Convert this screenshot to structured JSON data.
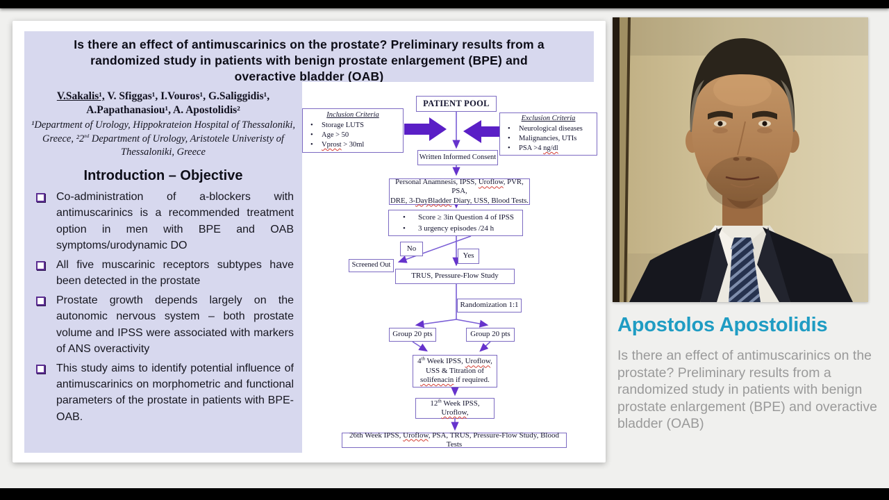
{
  "poster": {
    "title": "Is there an effect of antimuscarinics on the prostate? Preliminary results from a randomized study in patients with benign prostate enlargement (BPE) and overactive bladder (OAB)",
    "authors_line1_u": "V.Sakalis¹,",
    "authors_line1_rest": " V. Sfiggas¹, I.Vouros¹, G.Saliggidis¹,",
    "authors_line2": "A.Papathanasiou¹, A. Apostolidis²",
    "affil_a": "¹Department of Urology, Hippokrateion Hospital of Thessaloniki, Greece, ²2",
    "affil_sup": "nd",
    "affil_b": " Department of Urology, Aristotele Univeristy of Thessaloniki, Greece",
    "intro_heading": "Introduction – Objective",
    "bullets": [
      "Co-administration of a-blockers with antimuscarinics is a recommended treatment option in men with BPE and OAB symptoms/urodynamic DO",
      "All five muscarinic receptors subtypes have been detected in the prostate",
      "Prostate growth depends largely on the autonomic nervous system – both prostate volume and IPSS were associated with markers of ANS overactivity",
      "This study aims to identify potential influence of antimuscarinics on morphometric and functional parameters of the prostate in patients with BPE-OAB."
    ]
  },
  "flowchart": {
    "patient_pool": "PATIENT POOL",
    "inclusion": {
      "title": "Inclusion Criteria",
      "item1": "Storage LUTS",
      "item2": "Age > 50",
      "item3_word": "Vprost",
      "item3_rest": " > 30ml"
    },
    "exclusion": {
      "title": "Exclusion Criteria",
      "item1": "Neurological diseases",
      "item2": "Malignancies, UTIs",
      "item3_pre": "PSA >4 ",
      "item3_word": "ng/dl"
    },
    "consent": "Written Informed Consent",
    "anamnesis": {
      "l1a": "Personal Anamnesis, IPSS, ",
      "l1w": "Uroflow",
      "l1b": ", PVR, PSA,",
      "l2a": "DRE, 3-",
      "l2w": "DayBladder",
      "l2b": " Diary,  USS, Blood Tests."
    },
    "score": {
      "item1": "Score ≥ 3in Question 4 of IPSS",
      "item2": "3 urgency episodes /24 h"
    },
    "no_label": "No",
    "yes_label": "Yes",
    "screened_out": "Screened Out",
    "trus": "TRUS, Pressure-Flow Study",
    "randomization": "Randomization  1:1",
    "group_left": "Group 20 pts",
    "group_right": "Group 20 pts",
    "week4": {
      "num": "4",
      "sup": "th",
      "l1a": " Week IPSS, ",
      "l1w": "Uroflow",
      "l1b": ",",
      "l2": "USS & Titration of",
      "l3w": "solifenacin",
      "l3b": " if required."
    },
    "week12": {
      "num": "12",
      "sup": "th",
      "l1a": " Week IPSS, ",
      "l1w": "Uroflow",
      "l1b": ","
    },
    "week26": {
      "a": "26th Week  IPSS, ",
      "w": "Uroflow",
      "b": ", PSA, TRUS, Pressure-Flow Study, Blood Tests"
    }
  },
  "speaker": {
    "name": "Apostolos Apostolidis",
    "description": "Is there an effect of antimuscarinics on the prostate? Preliminary results from a randomized study in patients with benign prostate enlargement (BPE) and overactive bladder (OAB)",
    "accent_color": "#1f9cc3"
  }
}
